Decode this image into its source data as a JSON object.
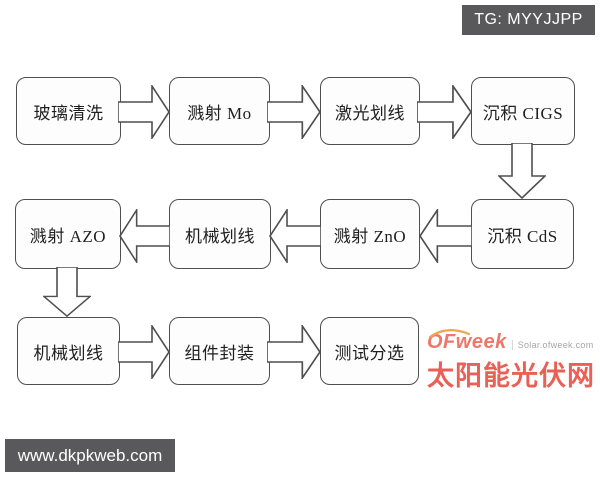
{
  "badges": {
    "tg_label": "TG: MYYJJPP",
    "url_label": "www.dkpkweb.com",
    "bar_bg": "#59595b",
    "bar_text_color": "#ffffff"
  },
  "flowchart": {
    "box_border_color": "#4f4f4f",
    "box_fill": "#fdfdfd",
    "text_color": "#1f1f1f",
    "rows": [
      {
        "arrow_direction": "right",
        "boxes": [
          "玻璃清洗",
          "溅射 Mo",
          "激光划线",
          "沉积 CIGS"
        ]
      },
      {
        "arrow_direction": "left",
        "boxes": [
          "溅射 AZO",
          "机械划线",
          "溅射 ZnO",
          "沉积 CdS"
        ]
      },
      {
        "arrow_direction": "right",
        "boxes": [
          "机械划线",
          "组件封装",
          "测试分选"
        ]
      }
    ],
    "vertical_connectors": [
      {
        "from": "沉积 CIGS",
        "to": "沉积 CdS",
        "direction": "down"
      },
      {
        "from": "溅射 AZO",
        "to": "机械划线",
        "direction": "down"
      }
    ]
  },
  "watermark": {
    "logo": "OFweek",
    "logo_color": "#ee6b5f",
    "swoosh_color": "#f09d3c",
    "subtext": "Solar.ofweek.com",
    "subtext_color": "#9f9f9f",
    "title": "太阳能光伏网",
    "title_color": "#e95349"
  }
}
